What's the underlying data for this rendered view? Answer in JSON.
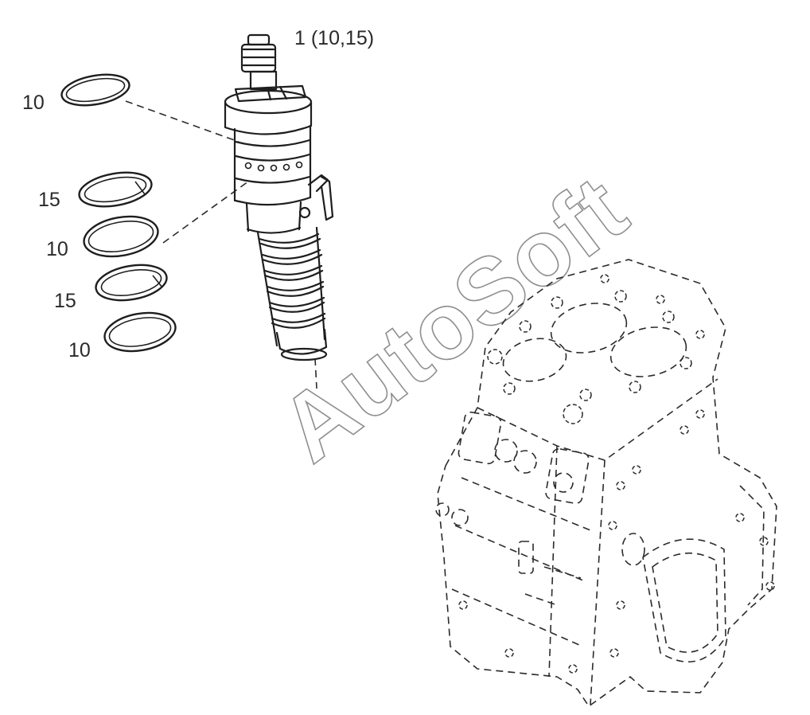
{
  "diagram": {
    "callouts": {
      "main": "1 (10,15)",
      "ring_1": "10",
      "ring_2": "15",
      "ring_3": "10",
      "ring_4": "15",
      "ring_5": "10"
    },
    "watermark": "AutoSoft"
  }
}
